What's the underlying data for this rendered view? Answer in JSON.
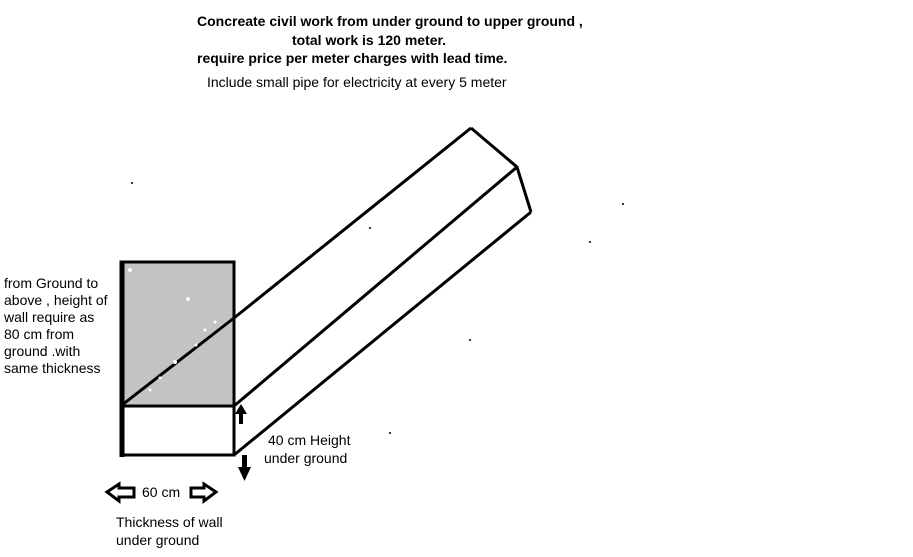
{
  "heading": {
    "line1": "Concreate civil work from under ground to upper ground  ,",
    "line2": "total work is 120 meter.",
    "line3": "require price per meter charges with lead time.",
    "line4": "Include small pipe for electricity at every 5 meter"
  },
  "left_note": {
    "lines": [
      "from Ground to",
      "above , height of",
      "wall require as",
      "80 cm from",
      "ground .with",
      "same thickness"
    ]
  },
  "height_label": {
    "lines": [
      "40 cm Height",
      "under ground"
    ]
  },
  "width_label": "60 cm",
  "thickness_label": {
    "lines": [
      "Thickness of wall",
      "under ground"
    ]
  },
  "colors": {
    "ink": "#000000",
    "upper_wall_fill": "#c3c3c3",
    "background": "#ffffff"
  }
}
